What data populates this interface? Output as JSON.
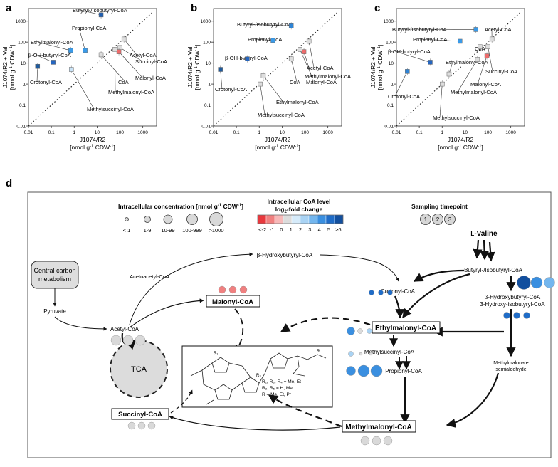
{
  "panel_letters": {
    "a": "a",
    "b": "b",
    "c": "c",
    "d": "d"
  },
  "axes": {
    "xlabel_1": "J1074/R2",
    "xlabel_2": "[nmol g",
    "xlabel_2_sup": "-1",
    "xlabel_2_tail": " CDW",
    "xlabel_2_sup2": "-1",
    "xlabel_2_end": "]",
    "ylabel_1": "J1074/R2 + Val",
    "ylabel_2": "[nmol g",
    "ylabel_2_sup": "-1",
    "ylabel_2_tail": " CDW",
    "ylabel_2_sup2": "-1",
    "ylabel_2_end": "]",
    "ticks": [
      "0.01",
      "0.1",
      "1",
      "10",
      "100",
      "1000"
    ]
  },
  "chart_data": [
    {
      "type": "scatter",
      "panel": "a",
      "xlabel": "J1074/R2 [nmol g-1 CDW-1]",
      "ylabel": "J1074/R2 + Val [nmol g-1 CDW-1]",
      "xscale": "log",
      "yscale": "log",
      "xlim": [
        0.01,
        4000
      ],
      "ylim": [
        0.01,
        4000
      ],
      "points": [
        {
          "name": "Butyryl-/Isobutyryl-CoA",
          "x": 15,
          "y": 2000,
          "color": "#1f5fb4",
          "label": "Butyryl-/Isobutyryl-CoA"
        },
        {
          "name": "Propionyl-CoA",
          "x": 3,
          "y": 40,
          "color": "#3a9ae8",
          "label": "Propionyl-CoA"
        },
        {
          "name": "Ethylmalonyl-CoA",
          "x": 0.7,
          "y": 40,
          "color": "#3a9ae8",
          "label": "Ethylmalonyl-CoA"
        },
        {
          "name": "β-OH-butyryl-CoA",
          "x": 0.12,
          "y": 11,
          "color": "#2566c0",
          "label": "β-OH-butyryl-CoA"
        },
        {
          "name": "Crotonyl-CoA",
          "x": 0.025,
          "y": 7,
          "color": "#1e5a9e",
          "label": "Crotonyl-CoA"
        },
        {
          "name": "Methylsuccinyl-CoA",
          "x": 0.75,
          "y": 5,
          "color": "#c9e3f7",
          "label": "Methylsuccinyl-CoA"
        },
        {
          "name": "CoA",
          "x": 15,
          "y": 25,
          "color": "#dddddd",
          "label": "CoA"
        },
        {
          "name": "Acetyl-CoA",
          "x": 150,
          "y": 140,
          "color": "#dddddd",
          "label": "Acetyl-CoA"
        },
        {
          "name": "Succinyl-CoA",
          "x": 100,
          "y": 55,
          "color": "#dddddd",
          "label": "Succinyl-CoA"
        },
        {
          "name": "Malonyl-CoA",
          "x": 90,
          "y": 35,
          "color": "#ee6b6b",
          "label": "Malonyl-CoA"
        },
        {
          "name": "Methylmalonyl-CoA",
          "x": 60,
          "y": 45,
          "color": "#dddddd",
          "label": "Methylmalonyl-CoA"
        }
      ]
    },
    {
      "type": "scatter",
      "panel": "b",
      "xlabel": "J1074/R2 [nmol g-1 CDW-1]",
      "ylabel": "J1074/R2 + Val [nmol g-1 CDW-1]",
      "xscale": "log",
      "yscale": "log",
      "xlim": [
        0.01,
        4000
      ],
      "ylim": [
        0.01,
        4000
      ],
      "points": [
        {
          "name": "Butyryl-/Isobutyryl-CoA",
          "x": 25,
          "y": 600,
          "color": "#2e84d6",
          "label": "Butyryl-/Isobutyryl-CoA"
        },
        {
          "name": "Propionyl-CoA",
          "x": 4,
          "y": 120,
          "color": "#3a9ae8",
          "label": "Propionyl-CoA"
        },
        {
          "name": "β-OH-butyryl-CoA",
          "x": 0.3,
          "y": 16,
          "color": "#2566c0",
          "label": "β-OH-butyryl-CoA"
        },
        {
          "name": "Crotonyl-CoA",
          "x": 0.02,
          "y": 5,
          "color": "#1e5a9e",
          "label": "Crotonyl-CoA"
        },
        {
          "name": "Ethylmalonyl-CoA",
          "x": 1.5,
          "y": 2.5,
          "color": "#dddddd",
          "label": "Ethylmalonyl-CoA"
        },
        {
          "name": "Methylsuccinyl-CoA",
          "x": 1.1,
          "y": 1.0,
          "color": "#dddddd",
          "label": "Methylsuccinyl-CoA"
        },
        {
          "name": "CoA",
          "x": 25,
          "y": 16,
          "color": "#dddddd",
          "label": "CoA"
        },
        {
          "name": "Acetyl-CoA",
          "x": 150,
          "y": 110,
          "color": "#dddddd",
          "label": "Acetyl-CoA"
        },
        {
          "name": "Malonyl-CoA",
          "x": 90,
          "y": 35,
          "color": "#ee6b6b",
          "label": "Malonyl-CoA"
        },
        {
          "name": "Methylmalonyl-CoA",
          "x": 60,
          "y": 45,
          "color": "#dddddd",
          "label": "Methylmalonyl-CoA"
        }
      ]
    },
    {
      "type": "scatter",
      "panel": "c",
      "xlabel": "J1074/R2 [nmol g-1 CDW-1]",
      "ylabel": "J1074/R2 + Val [nmol g-1 CDW-1]",
      "xscale": "log",
      "yscale": "log",
      "xlim": [
        0.01,
        4000
      ],
      "ylim": [
        0.01,
        4000
      ],
      "points": [
        {
          "name": "Butyryl-/Isobutyryl-CoA",
          "x": 30,
          "y": 400,
          "color": "#3a9ae8",
          "label": "Butyryl-/Isobutyryl-CoA"
        },
        {
          "name": "Propionyl-CoA",
          "x": 6,
          "y": 110,
          "color": "#3a9ae8",
          "label": "Propionyl-CoA"
        },
        {
          "name": "Acetyl-CoA",
          "x": 150,
          "y": 140,
          "color": "#dddddd",
          "label": "Acetyl-CoA"
        },
        {
          "name": "β-OH-butyryl-CoA",
          "x": 0.3,
          "y": 11,
          "color": "#2566c0",
          "label": "β-OH-butyryl-CoA"
        },
        {
          "name": "Crotonyl-CoA",
          "x": 0.03,
          "y": 4,
          "color": "#2e84d6",
          "label": "Crotonyl-CoA"
        },
        {
          "name": "Ethylmalonyl-CoA",
          "x": 2,
          "y": 3,
          "color": "#dddddd",
          "label": "Ethylmalonyl-CoA"
        },
        {
          "name": "Methylsuccinyl-CoA",
          "x": 1.0,
          "y": 1.0,
          "color": "#dddddd",
          "label": "Methylsuccinyl-CoA"
        },
        {
          "name": "CoA",
          "x": 45,
          "y": 60,
          "color": "#dddddd",
          "label": "CoA"
        },
        {
          "name": "Succinyl-CoA",
          "x": 100,
          "y": 60,
          "color": "#dddddd",
          "label": "Succinyl-CoA"
        },
        {
          "name": "Malonyl-CoA",
          "x": 90,
          "y": 22,
          "color": "#ee6b6b",
          "label": "Malonyl-CoA"
        },
        {
          "name": "Methylmalonyl-CoA",
          "x": 35,
          "y": 15,
          "color": "#dddddd",
          "label": "Methylmalonyl-CoA"
        }
      ]
    }
  ],
  "legend": {
    "conc_title": "Intracellular concentration [nmol g",
    "conc_title_sup": "-1",
    "conc_title_mid": " CDW",
    "conc_title_sup2": "-1",
    "conc_title_end": "]",
    "conc_labels": [
      "< 1",
      "1-9",
      "10-99",
      "100-999",
      ">1000"
    ],
    "fc_title_1": "Intracellular CoA level",
    "fc_title_2": "log",
    "fc_title_2_sub": "2",
    "fc_title_2_tail": "-fold change",
    "fc_labels": [
      "<-2",
      "-1",
      "0",
      "1",
      "2",
      "3",
      "4",
      "5",
      ">6"
    ],
    "fc_colors": [
      "#e8383d",
      "#f08080",
      "#f7b9b9",
      "#dcdcdc",
      "#d6ebfa",
      "#a9d3f4",
      "#73b6ee",
      "#3a8fe0",
      "#1f6cc7",
      "#124f9e"
    ],
    "time_title": "Sampling timepoint",
    "time_labels": [
      "1",
      "2",
      "3"
    ]
  },
  "pathway": {
    "valine": "L-Valine",
    "valine_prefix": "L",
    "valine_main": "-Valine",
    "central_carbon_1": "Central carbon",
    "central_carbon_2": "metabolism",
    "pyruvate": "Pyruvate",
    "acetyl_coa": "Acetyl-CoA",
    "acetoacetyl_coa": "Acetoacetyl-CoA",
    "hydroxybutyryl_coa": "β-Hydroxybutyryl-CoA",
    "malonyl_coa": "Malonyl-CoA",
    "tca": "TCA",
    "succinyl_coa": "Succinyl-CoA",
    "crotonyl_coa": "Crotonyl-CoA",
    "ethylmalonyl_coa": "Ethylmalonyl-CoA",
    "methylsuccinyl_coa": "Methylsuccinyl-CoA",
    "propionyl_coa": "Propionyl-CoA",
    "methylmalonyl_coa": "Methylmalonyl-CoA",
    "butyryl_coa": "Butyryl-/Isobutyryl-CoA",
    "hb_coa_1": "β-Hydroxybutyryl-CoA",
    "hb_coa_2": "3-Hydroxy-isobutyryl-CoA",
    "mm_semi_1": "Methylmalonate",
    "mm_semi_2": "semialdehyde",
    "struct_r1": "R₁, R₃, R₄ = Me, Et",
    "struct_r2": "R₂, R₅ = H, Me",
    "struct_r3": "R = Me, Et, Pr"
  }
}
